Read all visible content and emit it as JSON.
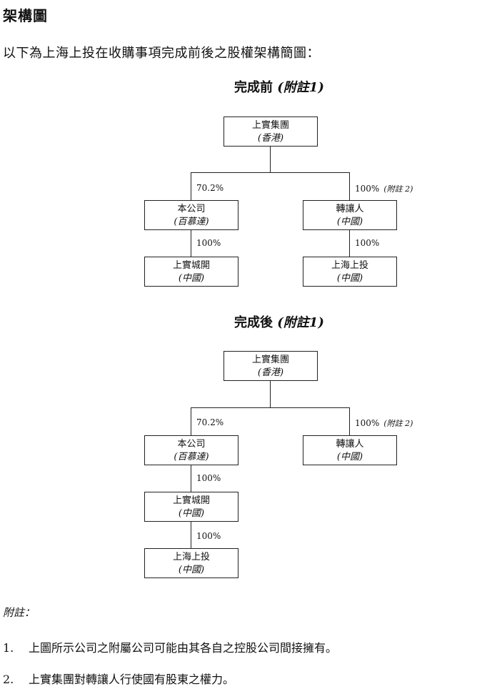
{
  "heading": "架構圖",
  "intro": "以下為上海上投在收購事項完成前後之股權架構簡圖：",
  "before": {
    "title": "完成前",
    "title_note": "(附註1)",
    "parent": {
      "name": "上實集團",
      "place": "(香港)"
    },
    "company": {
      "name": "本公司",
      "place": "(百慕達)"
    },
    "transferor": {
      "name": "轉讓人",
      "place": "(中國)"
    },
    "sub_city": {
      "name": "上實城開",
      "place": "(中國)"
    },
    "target": {
      "name": "上海上投",
      "place": "(中國)"
    },
    "pct_parent_company": "70.2%",
    "pct_parent_transferor": "100%",
    "pct_parent_transferor_note": "(附註 2)",
    "pct_company_city": "100%",
    "pct_transferor_target": "100%"
  },
  "after": {
    "title": "完成後",
    "title_note": "(附註1)",
    "parent": {
      "name": "上實集團",
      "place": "(香港)"
    },
    "company": {
      "name": "本公司",
      "place": "(百慕達)"
    },
    "transferor": {
      "name": "轉讓人",
      "place": "(中國)"
    },
    "sub_city": {
      "name": "上實城開",
      "place": "(中國)"
    },
    "target": {
      "name": "上海上投",
      "place": "(中國)"
    },
    "pct_parent_company": "70.2%",
    "pct_parent_transferor": "100%",
    "pct_parent_transferor_note": "(附註 2)",
    "pct_company_city": "100%",
    "pct_city_target": "100%"
  },
  "notes": {
    "title": "附註：",
    "items": [
      {
        "num": "1.",
        "text": "上圖所示公司之附屬公司可能由其各自之控股公司間接擁有。"
      },
      {
        "num": "2.",
        "text": "上實集團對轉讓人行使國有股東之權力。"
      }
    ]
  }
}
